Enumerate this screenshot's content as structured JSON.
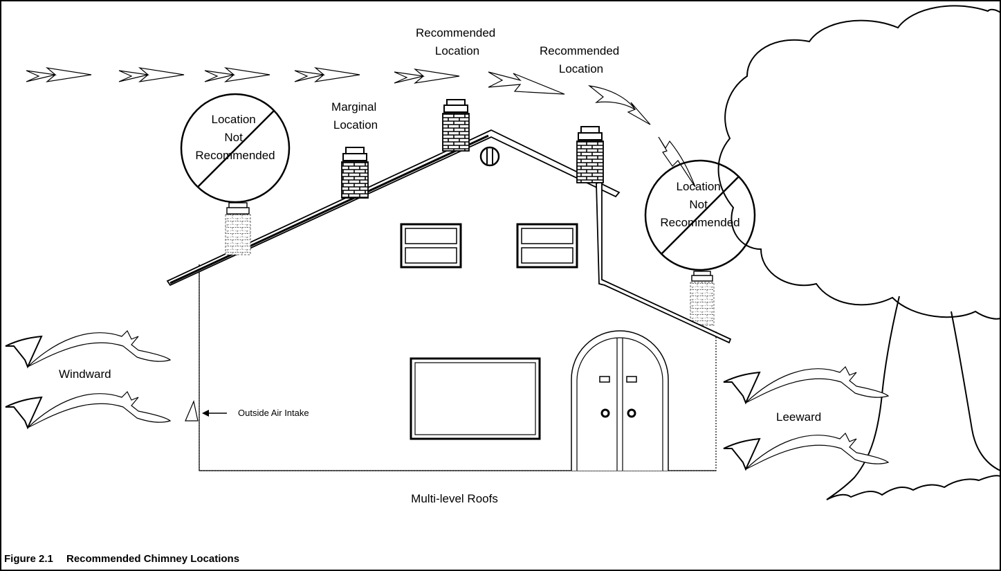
{
  "labels": {
    "recommended_top": [
      "Recommended",
      "Location"
    ],
    "recommended_right": [
      "Recommended",
      "Location"
    ],
    "marginal": [
      "Marginal",
      "Location"
    ],
    "not_recommended_left": [
      "Location",
      "Not",
      "Recommended"
    ],
    "not_recommended_right": [
      "Location",
      "Not",
      "Recommended"
    ],
    "windward": "Windward",
    "leeward": "Leeward",
    "air_intake": "Outside Air Intake",
    "roof_type": "Multi-level Roofs"
  },
  "caption": {
    "number": "Figure 2.1",
    "title": "Recommended Chimney Locations"
  }
}
